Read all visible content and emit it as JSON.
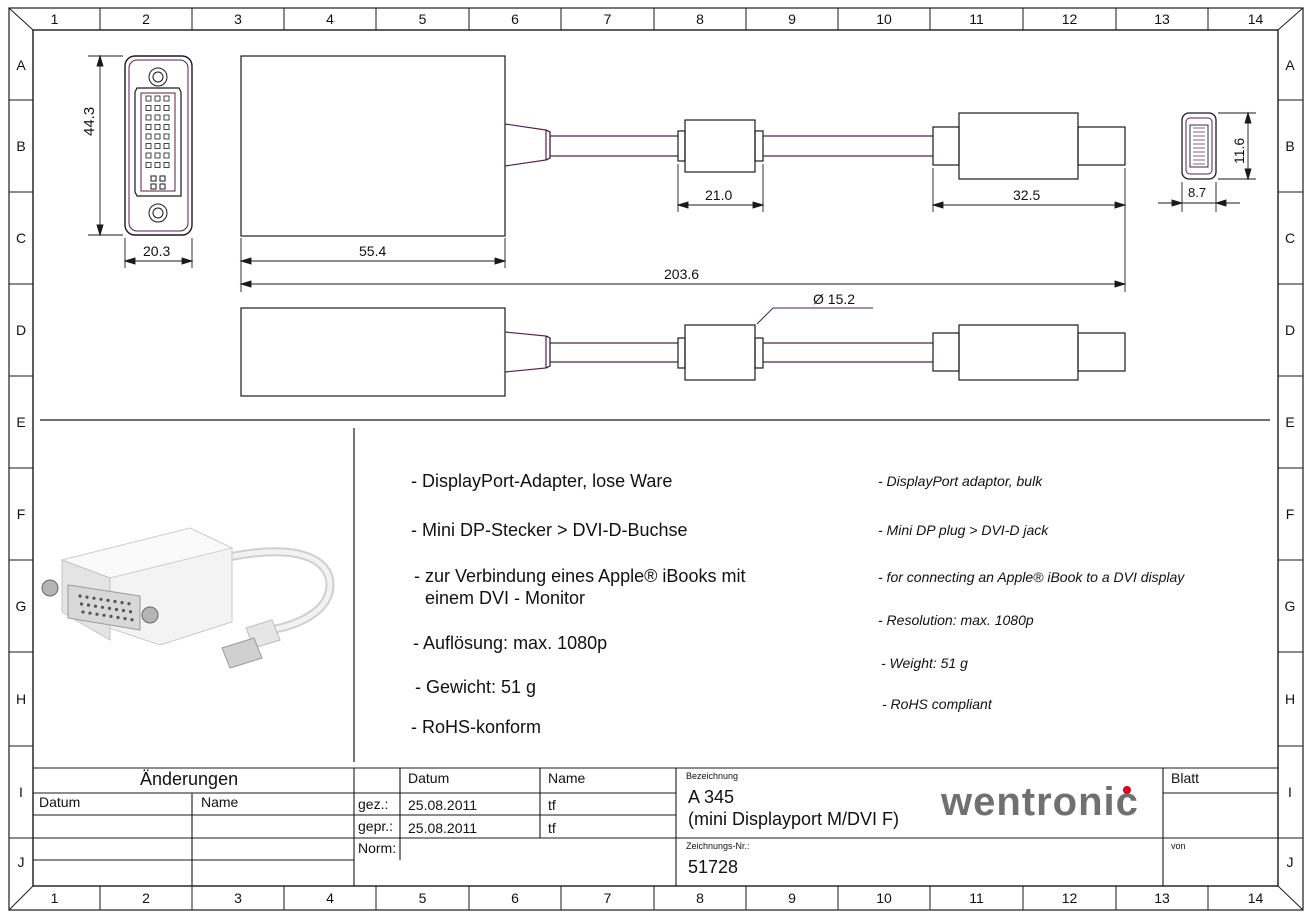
{
  "grid": {
    "columns": [
      "1",
      "2",
      "3",
      "4",
      "5",
      "6",
      "7",
      "8",
      "9",
      "10",
      "11",
      "12",
      "13",
      "14"
    ],
    "rows": [
      "A",
      "B",
      "C",
      "D",
      "E",
      "F",
      "G",
      "H",
      "I",
      "J"
    ]
  },
  "dimensions": {
    "dvi_height": "44.3",
    "dvi_width": "20.3",
    "housing_length": "55.4",
    "ferrite_length": "21.0",
    "plug_length": "32.5",
    "total_length": "203.6",
    "ferrite_diameter": "Ø 15.2",
    "minidp_height": "11.6",
    "minidp_width": "8.7"
  },
  "description_de": [
    "- DisplayPort-Adapter, lose Ware",
    "- Mini DP-Stecker > DVI-D-Buchse",
    "- zur Verbindung eines Apple® iBooks mit",
    "einem DVI - Monitor",
    "- Auflösung: max. 1080p",
    "- Gewicht: 51 g",
    "- RoHS-konform"
  ],
  "description_en": [
    "- DisplayPort adaptor, bulk",
    "- Mini DP plug > DVI-D jack",
    "- for connecting an Apple® iBook to a DVI display",
    "- Resolution: max. 1080p",
    "- Weight: 51 g",
    "- RoHS compliant"
  ],
  "title_block": {
    "changes_label": "Änderungen",
    "date_label": "Datum",
    "name_label": "Name",
    "drawn_label": "gez.:",
    "checked_label": "gepr.:",
    "norm_label": "Norm:",
    "drawn_date": "25.08.2011",
    "drawn_name": "tf",
    "checked_date": "25.08.2011",
    "checked_name": "tf",
    "designation_label": "Bezeichnung",
    "designation_line1": "A 345",
    "designation_line2": "(mini Displayport M/DVI F)",
    "drawing_no_label": "Zeichnungs-Nr.:",
    "drawing_no": "51728",
    "sheet_label": "Blatt",
    "of_label": "von",
    "brand": "wentronic"
  },
  "colors": {
    "line": "#1a1a1a",
    "cable": "#5a1e4e",
    "brand_gray": "#707070",
    "brand_dot": "#e2001a"
  }
}
